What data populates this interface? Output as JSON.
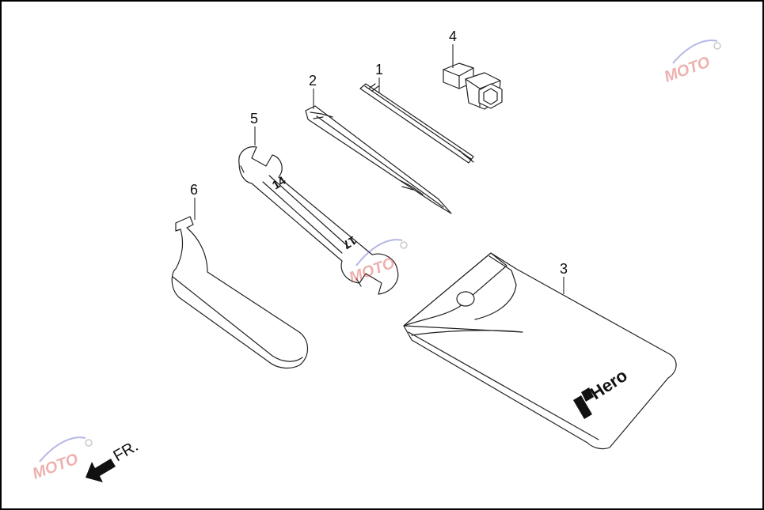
{
  "callouts": [
    {
      "id": 1,
      "label": "1",
      "part": "screwdriver"
    },
    {
      "id": 2,
      "label": "2",
      "part": "screwdriver-double-ended"
    },
    {
      "id": 3,
      "label": "3",
      "part": "tool-pouch"
    },
    {
      "id": 4,
      "label": "4",
      "part": "spark-plug-socket"
    },
    {
      "id": 5,
      "label": "5",
      "part": "open-end-wrench"
    },
    {
      "id": 6,
      "label": "6",
      "part": "hook-spanner"
    }
  ],
  "wrench": {
    "size_top": "14",
    "size_bottom": "17"
  },
  "pouch": {
    "brand": "Hero"
  },
  "direction": {
    "label": "FR."
  },
  "watermark": {
    "text": "MOTO"
  },
  "colors": {
    "line": "#222222",
    "background": "#ffffff",
    "watermark_red": "#d9534f",
    "watermark_blue": "#5b5fc7"
  }
}
